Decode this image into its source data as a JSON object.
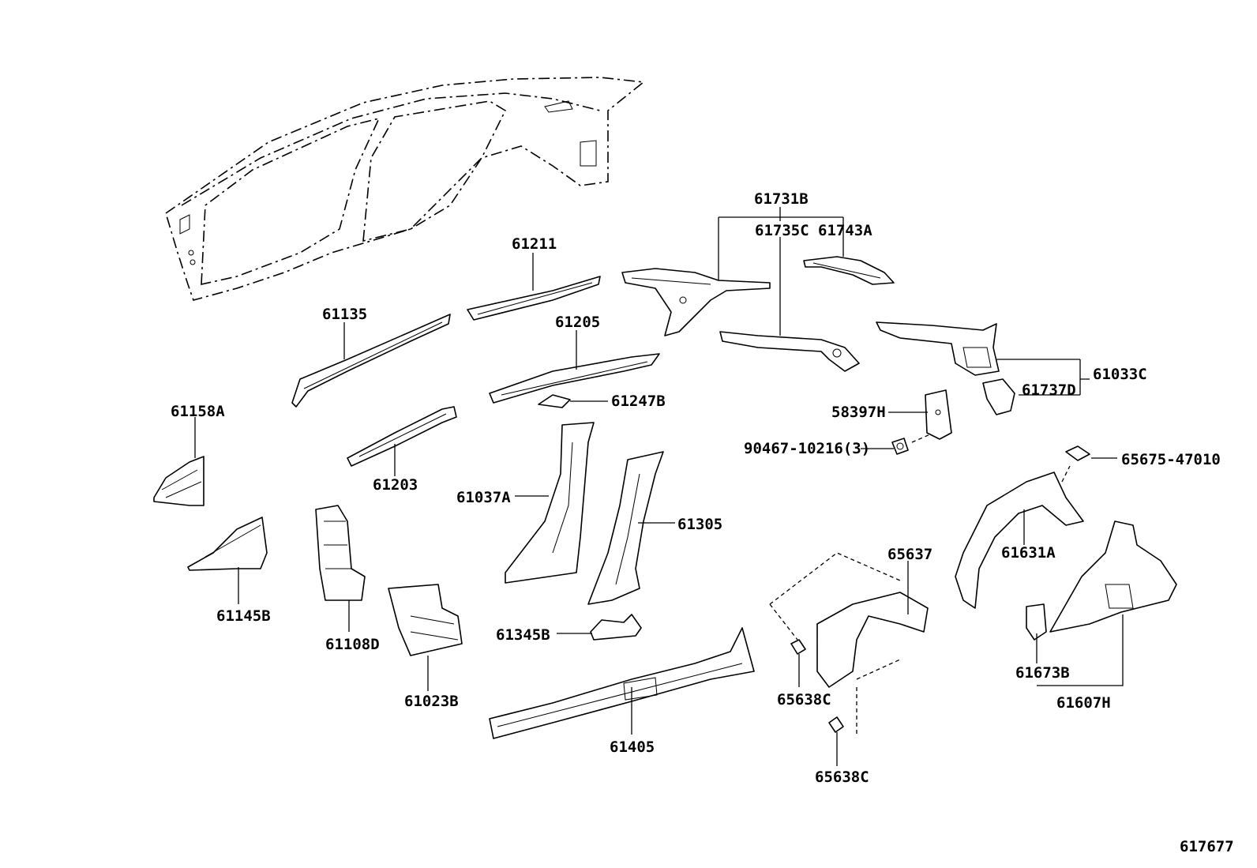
{
  "labels": {
    "p61731B": "61731B",
    "p61735C": "61735C",
    "p61743A": "61743A",
    "p61211": "61211",
    "p61135": "61135",
    "p61205": "61205",
    "p61033C": "61033C",
    "p61737D": "61737D",
    "p61158A": "61158A",
    "p61247B": "61247B",
    "p58397H": "58397H",
    "p90467": "90467-10216(3)",
    "p65675": "65675-47010",
    "p61203": "61203",
    "p61037A": "61037A",
    "p61305": "61305",
    "p61631A": "61631A",
    "p65637": "65637",
    "p61145B": "61145B",
    "p61345B": "61345B",
    "p61108D": "61108D",
    "p61673B": "61673B",
    "p61607H": "61607H",
    "p65638C_1": "65638C",
    "p61023B": "61023B",
    "p61405": "61405",
    "p65638C_2": "65638C"
  },
  "diagram_id": "617677"
}
